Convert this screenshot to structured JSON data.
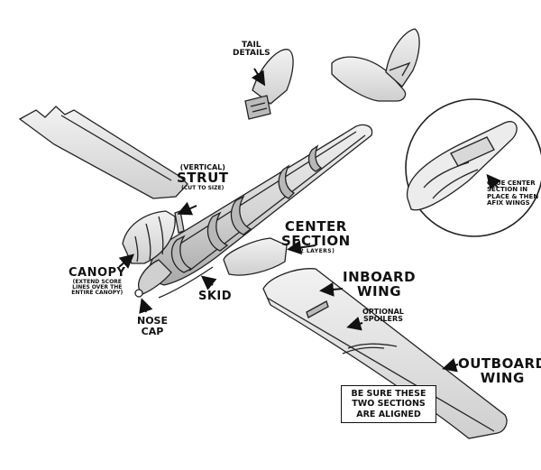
{
  "labels": {
    "tail_details_1": "TAIL",
    "tail_details_2": "DETAILS",
    "vertical": "(VERTICAL)",
    "strut": "STRUT",
    "cut_to_size": "(CUT TO SIZE)",
    "center_1": "CENTER",
    "center_2": "SECTION",
    "two_layers": "(2 LAYERS)",
    "canopy": "CANOPY",
    "canopy_note_1": "(EXTEND SCORE",
    "canopy_note_2": "LINES OVER THE",
    "canopy_note_3": "ENTIRE CANOPY)",
    "skid": "SKID",
    "nose_1": "NOSE",
    "nose_2": "CAP",
    "inboard_1": "INBOARD",
    "inboard_2": "WING",
    "spoilers_1": "OPTIONAL",
    "spoilers_2": "SPOILERS",
    "outboard_1": "OUTBOARD",
    "outboard_2": "WING",
    "glue_1": "GLUE CENTER",
    "glue_2": "SECTION IN",
    "glue_3": "PLACE & THEN",
    "glue_4": "AFIX WINGS",
    "note_1": "BE SURE THESE",
    "note_2": "TWO SECTIONS",
    "note_3": "ARE ALIGNED"
  },
  "colors": {
    "outline": "#222222",
    "light_fill": "#e6e6e6",
    "mid_fill": "#c9c9c9",
    "dark_fill": "#9a9a9a"
  }
}
